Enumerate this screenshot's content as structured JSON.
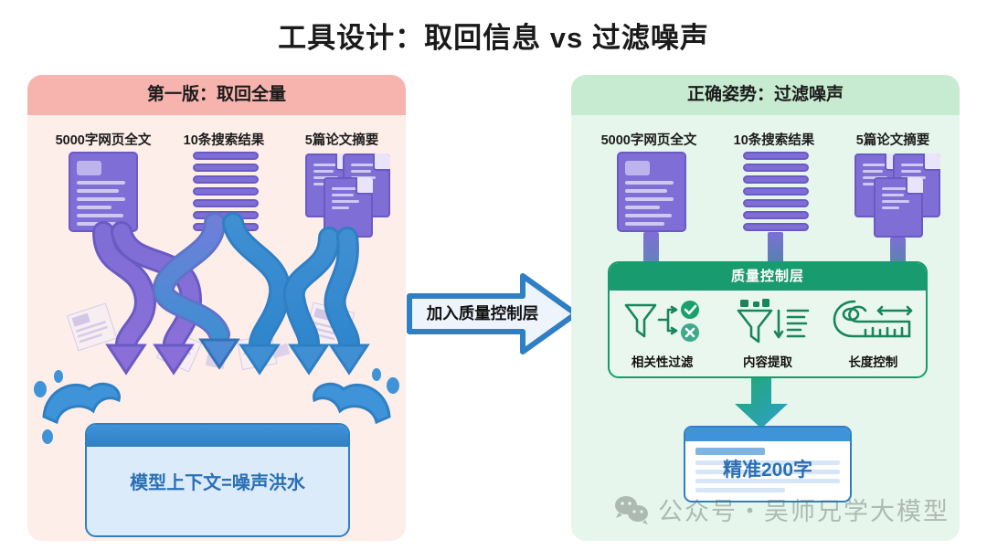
{
  "title": "工具设计：取回信息 vs 过滤噪声",
  "left_panel": {
    "header": "第一版：取回全量",
    "sources": [
      {
        "label": "5000字网页全文",
        "icon": "document-icon"
      },
      {
        "label": "10条搜索结果",
        "icon": "list-stack-icon"
      },
      {
        "label": "5篇论文摘要",
        "icon": "papers-icon"
      }
    ],
    "result_box": {
      "text": "模型上下文=噪声洪水"
    },
    "visual": "tangled-pipes-flood"
  },
  "center": {
    "arrow_label": "加入质量控制层",
    "arrow_color": "#2f7fc4"
  },
  "right_panel": {
    "header": "正确姿势：过滤噪声",
    "sources": [
      {
        "label": "5000字网页全文",
        "icon": "document-icon"
      },
      {
        "label": "10条搜索结果",
        "icon": "list-stack-icon"
      },
      {
        "label": "5篇论文摘要",
        "icon": "papers-icon"
      }
    ],
    "quality_layer": {
      "header": "质量控制层",
      "items": [
        {
          "label": "相关性过滤",
          "icon": "funnel-check-cross-icon"
        },
        {
          "label": "内容提取",
          "icon": "funnel-extract-icon"
        },
        {
          "label": "长度控制",
          "icon": "measuring-tape-icon"
        }
      ]
    },
    "result_box": {
      "text": "精准200字"
    }
  },
  "watermark": {
    "icon": "wechat-icon",
    "text": "公众号・吴师兄学大模型"
  },
  "colors": {
    "left_header": "#f7b3ae",
    "left_body": "#fdeee9",
    "right_header": "#c6ebd0",
    "right_body": "#e7f6ec",
    "purple": "#7e6ed6",
    "blue": "#2f7fc4",
    "green": "#189b6e"
  }
}
